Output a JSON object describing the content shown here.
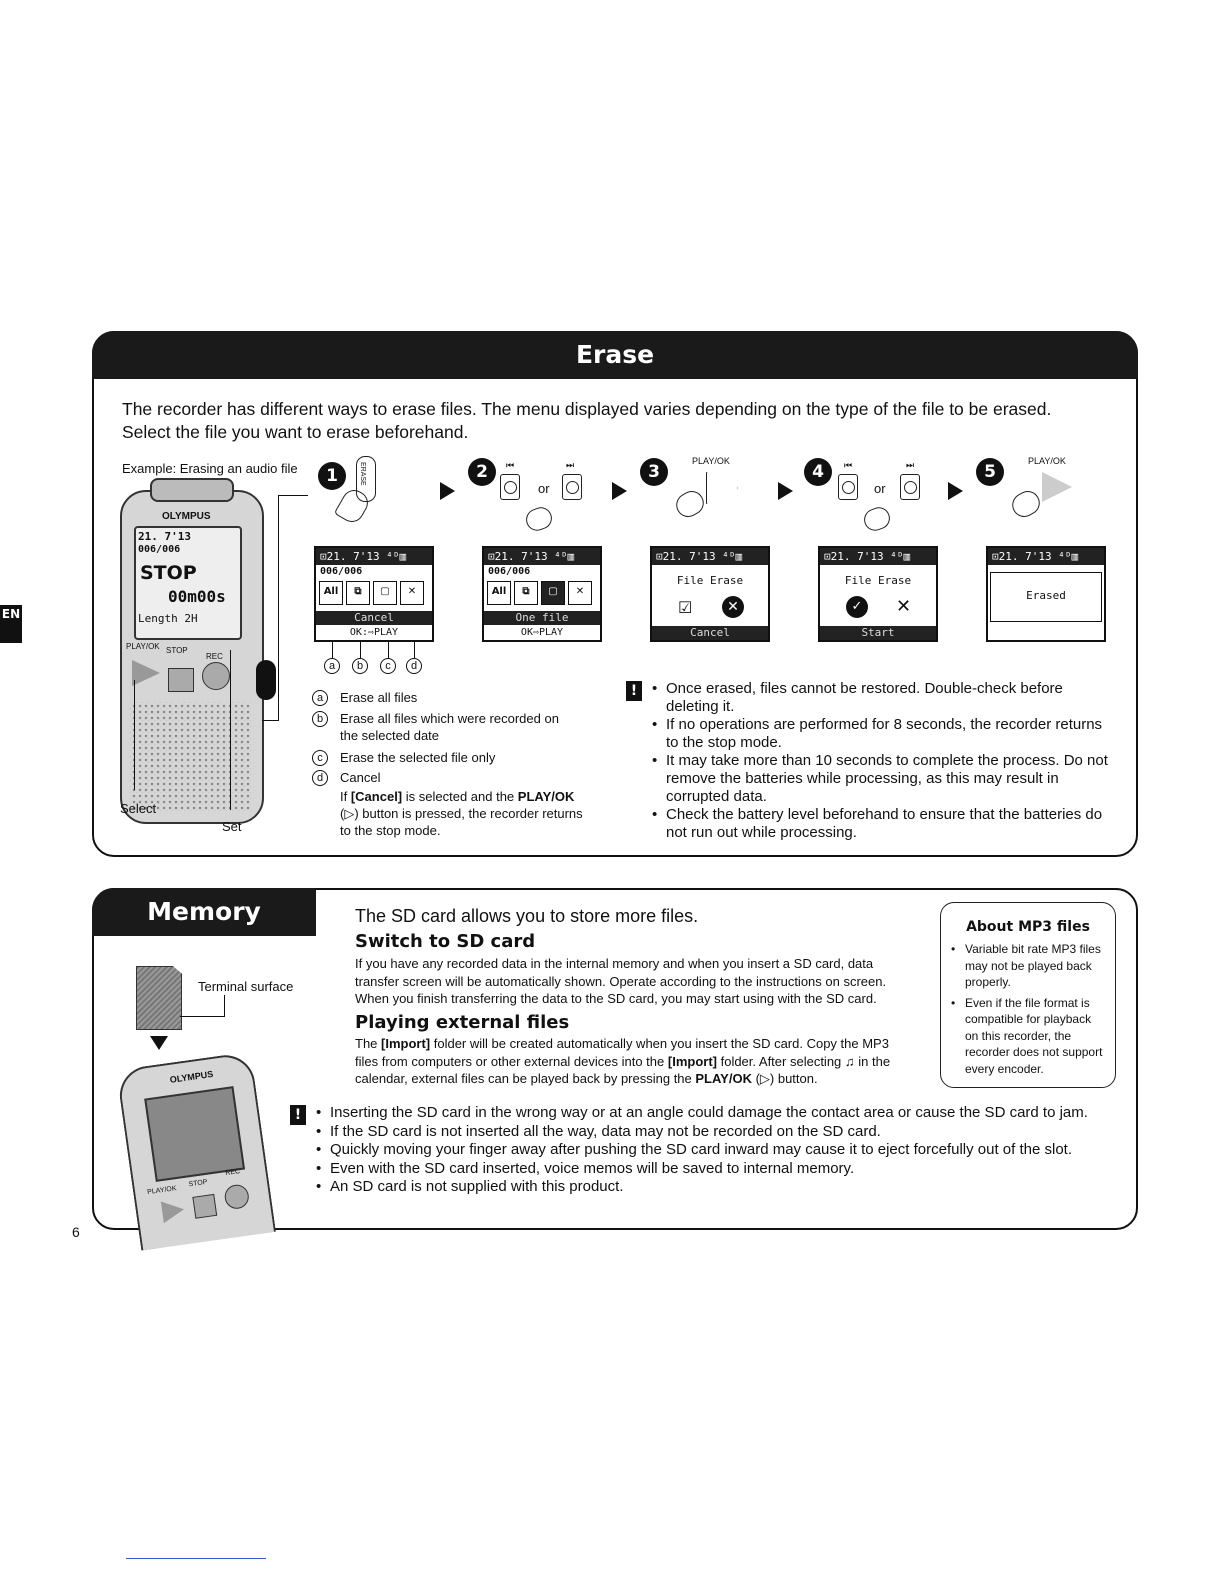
{
  "side_tab": "EN",
  "page_number": "6",
  "erase": {
    "title": "Erase",
    "intro_line1": "The recorder has different ways to erase files. The menu displayed varies depending on the type of the file to be erased.",
    "intro_line2": "Select the file you want to erase beforehand.",
    "example_label": "Example: Erasing an audio file",
    "select_label": "Select",
    "set_label": "Set",
    "steps": [
      {
        "num": "1",
        "button_label": "ERASE"
      },
      {
        "num": "2",
        "or": "or"
      },
      {
        "num": "3",
        "button_label": "PLAY/OK"
      },
      {
        "num": "4",
        "or": "or"
      },
      {
        "num": "5",
        "button_label": "PLAY/OK"
      }
    ],
    "screens": [
      {
        "top": "⊡21. 7'13  ⁴ᴰ▥",
        "file": "006/006",
        "bar": "Cancel",
        "bar2": "OK:⇨PLAY",
        "icons": [
          "All",
          "⧉",
          "▢",
          "✕"
        ]
      },
      {
        "top": "⊡21. 7'13  ⁴ᴰ▥",
        "file": "006/006",
        "bar": "One file",
        "bar2": "OK⇨PLAY",
        "icons": [
          "All",
          "⧉",
          "▢",
          "✕"
        ]
      },
      {
        "top": "⊡21. 7'13  ⁴ᴰ▥",
        "title": "File Erase",
        "bar": "Cancel"
      },
      {
        "top": "⊡21. 7'13  ⁴ᴰ▥",
        "title": "File Erase",
        "bar": "Start"
      },
      {
        "top": "⊡21. 7'13  ⁴ᴰ▥",
        "title": "Erased"
      }
    ],
    "option_letters": [
      "a",
      "b",
      "c",
      "d"
    ],
    "options": [
      {
        "letter": "a",
        "text": "Erase all files"
      },
      {
        "letter": "b",
        "text": "Erase all files which were recorded on the selected date"
      },
      {
        "letter": "c",
        "text": "Erase the selected file only"
      },
      {
        "letter": "d",
        "text": "Cancel"
      }
    ],
    "cancel_note_1": "If ",
    "cancel_note_bold1": "[Cancel]",
    "cancel_note_2": " is selected and the ",
    "cancel_note_bold2": "PLAY/OK",
    "cancel_note_3": " (▷) button is pressed, the recorder returns to the stop mode.",
    "notes": [
      "Once erased, files cannot be restored. Double-check before deleting it.",
      "If no operations are performed for 8 seconds, the recorder returns to the stop mode.",
      "It may take more than 10 seconds to complete the process. Do not remove the batteries while processing, as this may result in corrupted data."
    ],
    "note_extra": "Check the battery level beforehand to ensure that the batteries do not run out while processing.",
    "recorder": {
      "brand": "OLYMPUS",
      "date": "21. 7'13",
      "files": "006/006",
      "stop": "STOP",
      "time": "00m00s",
      "length": "Length 2H",
      "play_ok": "PLAY/OK",
      "stop_btn": "STOP",
      "rec": "REC"
    }
  },
  "memory": {
    "title": "Memory",
    "terminal_label": "Terminal surface",
    "intro": "The SD card allows you to store more files.",
    "switch_heading": "Switch to SD card",
    "switch_text": "If you have any recorded data in the internal memory and when you insert a SD card, data transfer screen will be automatically shown. Operate according to the instructions on screen. When you finish transferring the data to the SD card, you may start using with the SD card.",
    "external_heading": "Playing external files",
    "external_1": "The ",
    "external_b1": "[Import]",
    "external_2": " folder will be created automatically when you insert the SD card. Copy the MP3 files from computers or other external devices into the ",
    "external_b2": "[Import]",
    "external_3": " folder. After selecting ♫ in the calendar, external files can be played back by pressing the ",
    "external_b3": "PLAY/OK",
    "external_4": " (▷) button.",
    "about_title": "About MP3 files",
    "about_items": [
      "Variable bit rate MP3 files may not be played back properly.",
      "Even if the file format is compatible for playback on this recorder, the recorder does not support every encoder."
    ],
    "notes": [
      "Inserting the SD card in the wrong way or at an angle could damage the contact area or cause the SD card to jam.",
      "If the SD card is not inserted all the way, data may not be recorded on the SD card.",
      "Quickly moving your finger away after pushing the SD card inward may cause it to eject forcefully out of the slot.",
      "Even with the SD card inserted, voice memos will be saved to internal memory.",
      "An SD card is not supplied with this product."
    ],
    "recorder": {
      "brand": "OLYMPUS",
      "play_ok": "PLAY/OK",
      "stop": "STOP",
      "rec": "REC"
    }
  }
}
